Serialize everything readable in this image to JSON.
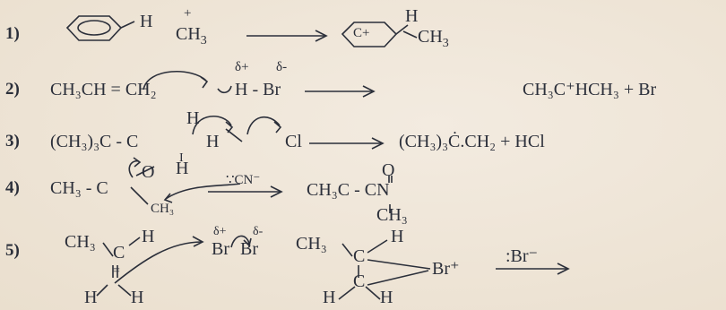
{
  "reactions": [
    {
      "num": "1)",
      "h": "H",
      "charge": "+",
      "methyl": "CH",
      "methyl_sub": "3",
      "ring_label": "C+",
      "prod_h": "H",
      "prod_ch": "CH",
      "prod_sub": "3"
    },
    {
      "num": "2)",
      "lhs": "CH₃CH = CH₂",
      "dplus": "δ+",
      "dminus": "δ-",
      "hbr": "H - Br",
      "product": "CH₃C⁺HCH₃ + Br"
    },
    {
      "num": "3)",
      "lhs": "(CH₃)₃C - C",
      "h_top": "H",
      "h_mid": "H",
      "pipe": "I",
      "cl": "Cl",
      "product": "(CH₃)₃Ċ.CH₂ + HCl"
    },
    {
      "num": "4)",
      "lhs": "CH₃ - C",
      "o": "O",
      "h": "H",
      "ch3": "CH₃",
      "reagent": "∵CN⁻",
      "prod_lhs": "CH₃C - CN",
      "prod_o": "O",
      "prod_ch3": "CH₃"
    },
    {
      "num": "5)",
      "lhs_ch3": "CH₃",
      "c_top": "C",
      "h_right": "H",
      "h_bl": "H",
      "h_br": "H",
      "eq": "=",
      "br1": "Br",
      "br2": "Br",
      "dplus": "δ+",
      "dminus": "δ-",
      "prod_ch3": "CH₃",
      "prod_c": "C",
      "prod_c2": "C",
      "prod_h": "H",
      "prod_h2": "H",
      "prod_h3": "H",
      "prod_br": "Br⁺",
      "reagent": ":Br⁻"
    }
  ]
}
